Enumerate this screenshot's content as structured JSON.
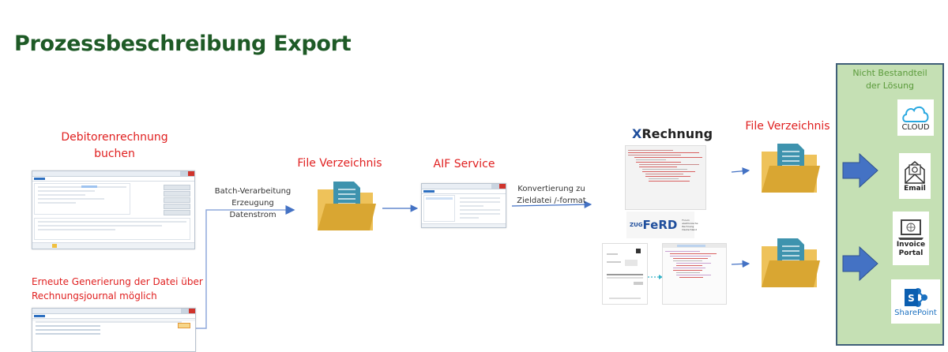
{
  "title": "Prozessbeschreibung Export",
  "steps": {
    "book_invoice": {
      "label_line1": "Debitorenrechnung",
      "label_line2": "buchen",
      "screenshot": "invoice-posting-dialog"
    },
    "regenerate": {
      "label_line1": "Erneute Generierung der Datei über",
      "label_line2": "Rechnungsjournal möglich",
      "screenshot": "invoice-journal-window"
    },
    "batch": {
      "label_line1": "Batch-Verarbeitung",
      "label_line2": "Erzeugung Datenstrom"
    },
    "file_dir_1": {
      "label": "File Verzeichnis",
      "icon": "folder-document-icon"
    },
    "aif": {
      "label": "AIF Service",
      "screenshot": "aif-port-window"
    },
    "convert": {
      "label_line1": "Konvertierung zu",
      "label_line2": "Zieldatei /-format"
    },
    "xrechnung": {
      "logo_x": "X",
      "logo_text": "Rechnung",
      "preview": "xml-preview"
    },
    "zugferd": {
      "logo_zug": "ZUG",
      "logo_ferd": "FeRD",
      "logo_sub": "Forum elektronische Rechnung Deutschland",
      "preview": "pdf-to-xml-preview"
    },
    "file_dir_2": {
      "label": "File Verzeichnis",
      "icon": "folder-document-icon"
    }
  },
  "panel": {
    "label_line1": "Nicht Bestandteil",
    "label_line2": "der Lösung",
    "services": [
      {
        "name": "cloud",
        "label": "CLOUD",
        "icon": "cloud-icon"
      },
      {
        "name": "email",
        "label": "Email",
        "icon": "envelope-at-icon"
      },
      {
        "name": "invoice-portal",
        "label_line1": "Invoice",
        "label_line2": "Portal",
        "icon": "laptop-globe-icon"
      },
      {
        "name": "sharepoint",
        "label": "SharePoint",
        "icon": "sharepoint-icon"
      }
    ]
  },
  "colors": {
    "title": "#1e5a26",
    "step_label": "#e02020",
    "connector": "#8fa9dc",
    "arrow": "#4472c4",
    "panel_bg": "#c5e0b4",
    "panel_border": "#3f5f78",
    "panel_text": "#5a9a3a",
    "folder": "#eec25a",
    "folder_front": "#d9a632",
    "document": "#3e93ae"
  }
}
